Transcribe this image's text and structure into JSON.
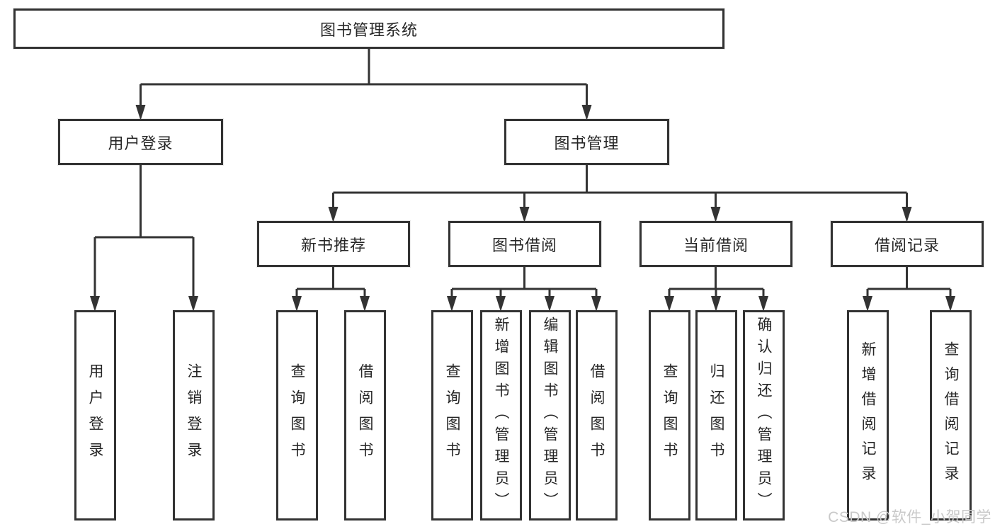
{
  "diagram": {
    "title": "图书管理系统",
    "user_login": {
      "label": "用户登录",
      "children": {
        "login": "用户登录",
        "logout": "注销登录"
      }
    },
    "book_mgmt": {
      "label": "图书管理",
      "new_book": {
        "label": "新书推荐",
        "children": {
          "query": "查询图书",
          "borrow": "借阅图书"
        }
      },
      "borrowing": {
        "label": "图书借阅",
        "children": {
          "query": "查询图书",
          "add": "新增图书（管理员）",
          "edit": "编辑图书（管理员）",
          "borrow": "借阅图书"
        }
      },
      "current": {
        "label": "当前借阅",
        "children": {
          "query": "查询图书",
          "return": "归还图书",
          "confirm": "确认归还（管理员）"
        }
      },
      "records": {
        "label": "借阅记录",
        "children": {
          "add": "新增借阅记录",
          "query": "查询借阅记录"
        }
      }
    }
  },
  "watermark": {
    "text": "CSDN @软件_小贺同学",
    "color": "#c9c9c9"
  },
  "colors": {
    "line": "#333333",
    "text": "#262626",
    "background": "#ffffff"
  }
}
